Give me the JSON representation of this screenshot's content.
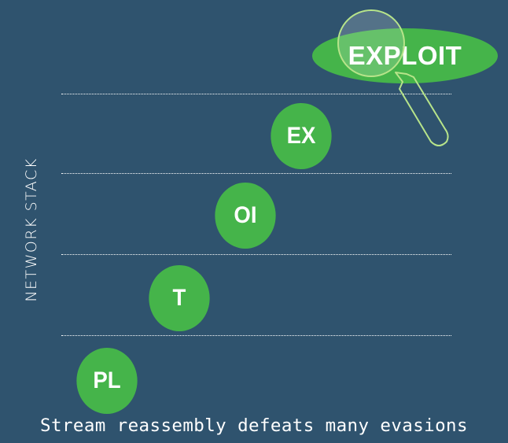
{
  "diagram": {
    "axis_label": "NETWORK STACK",
    "layers": [
      {
        "label": "PL"
      },
      {
        "label": "T"
      },
      {
        "label": "OI"
      },
      {
        "label": "EX"
      }
    ],
    "top_label": "EXPLOIT",
    "caption": "Stream reassembly defeats many evasions",
    "magnifier_icon": "magnifier-icon",
    "colors": {
      "background": "#2f536e",
      "node": "#45b44a",
      "magnifier": "#b7e48a",
      "text": "#ffffff"
    }
  }
}
